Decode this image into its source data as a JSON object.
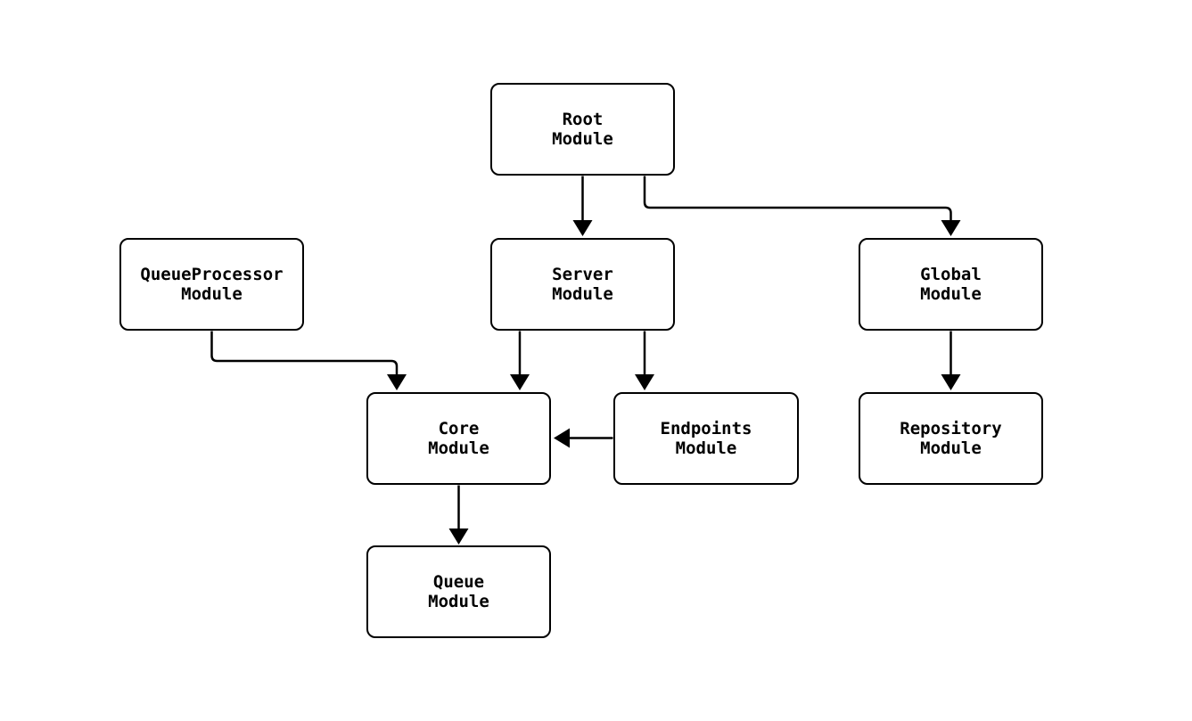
{
  "diagram": {
    "background_color": "#ffffff",
    "node_fill_color": "#ffffff",
    "node_border_color": "#000000",
    "line_color": "#000000",
    "text_color": "#000000",
    "nodes": [
      {
        "id": "root",
        "label": "Root\nModule"
      },
      {
        "id": "queueprocessor",
        "label": "QueueProcessor\nModule"
      },
      {
        "id": "server",
        "label": "Server\nModule"
      },
      {
        "id": "global",
        "label": "Global\nModule"
      },
      {
        "id": "core",
        "label": "Core\nModule"
      },
      {
        "id": "endpoints",
        "label": "Endpoints\nModule"
      },
      {
        "id": "repository",
        "label": "Repository\nModule"
      },
      {
        "id": "queue",
        "label": "Queue\nModule"
      }
    ],
    "edges": [
      {
        "from": "root",
        "to": "server"
      },
      {
        "from": "root",
        "to": "global"
      },
      {
        "from": "queueprocessor",
        "to": "core"
      },
      {
        "from": "server",
        "to": "core"
      },
      {
        "from": "server",
        "to": "endpoints"
      },
      {
        "from": "endpoints",
        "to": "core"
      },
      {
        "from": "global",
        "to": "repository"
      },
      {
        "from": "core",
        "to": "queue"
      }
    ]
  }
}
